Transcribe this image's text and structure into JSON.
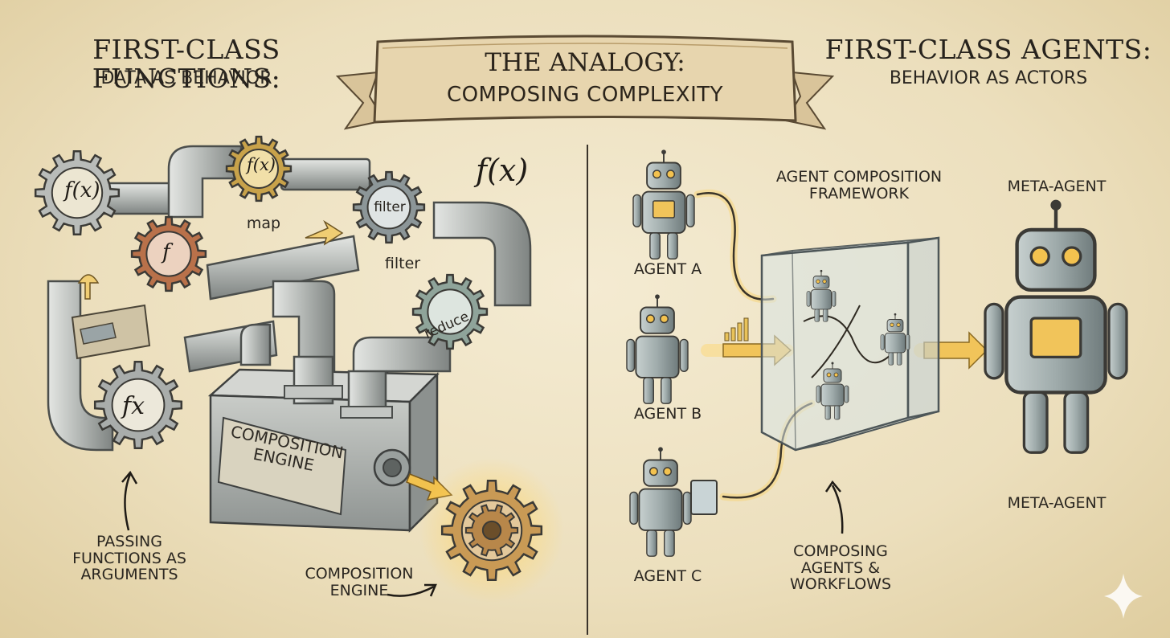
{
  "banner": {
    "line1": "THE ANALOGY:",
    "line2": "COMPOSING COMPLEXITY"
  },
  "left": {
    "heading": "FIRST-CLASS FUNCTIONS:",
    "subheading": "DATA AS BEHAVIOR",
    "formula": "f(x)",
    "gear_labels": [
      "f(x)",
      "f(x)",
      "f",
      "filter",
      "fx",
      "reduce"
    ],
    "labels": {
      "map": "map",
      "filter": "filter",
      "reduce": "reduce"
    },
    "engine_box_label": "COMPOSITION ENGINE",
    "caption_passing": "PASSING FUNCTIONS AS ARGUMENTS",
    "caption_engine": "COMPOSITION ENGINE"
  },
  "right": {
    "heading": "FIRST-CLASS AGENTS:",
    "subheading": "BEHAVIOR AS ACTORS",
    "framework_label": "AGENT COMPOSITION FRAMEWORK",
    "agents": [
      "AGENT A",
      "AGENT B",
      "AGENT C"
    ],
    "meta_top": "META-AGENT",
    "meta_bottom": "META-AGENT",
    "caption_composing": "COMPOSING AGENTS & WORKFLOWS"
  },
  "colors": {
    "parchment": "#efe4c6",
    "ink": "#2a2620",
    "brass": "#c8a24a",
    "copper": "#b9714a",
    "steel": "#a9adab",
    "glow": "#f3c24f",
    "robot": "#9aa6a8"
  },
  "icons": [
    "gear-icon",
    "pipe-icon",
    "robot-icon",
    "glass-cube-icon",
    "arrow-icon",
    "sparkle-icon"
  ]
}
